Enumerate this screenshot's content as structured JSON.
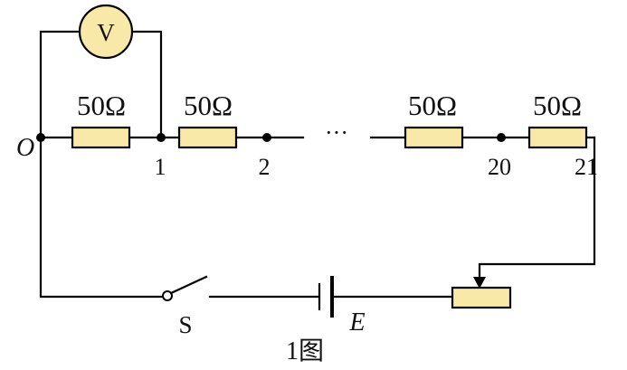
{
  "diagram": {
    "caption": "1图",
    "voltmeter": {
      "symbol": "V",
      "fill": "#f8e9a8"
    },
    "resistor_fill": "#f8e9a8",
    "resistors": [
      {
        "label": "50Ω"
      },
      {
        "label": "50Ω"
      },
      {
        "label": "50Ω"
      },
      {
        "label": "50Ω"
      }
    ],
    "nodes": {
      "origin": "O",
      "n1": "1",
      "n2": "2",
      "n20": "20",
      "n21": "21"
    },
    "ellipsis": "···",
    "switch_label": "S",
    "battery_label": "E"
  }
}
